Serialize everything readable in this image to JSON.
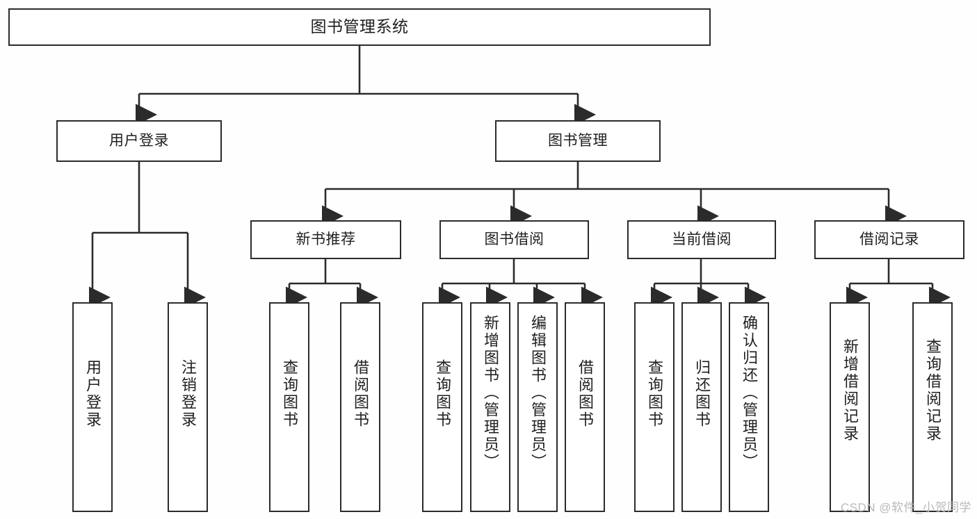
{
  "diagram": {
    "title": "图书管理系统",
    "type": "functional-structure-tree",
    "background_color": "#fefefe",
    "line_color": "#2b2b2b",
    "node_fill_color": "#ffffff",
    "text_color": "#1f1f1f",
    "watermark_color": "#b9b9b9"
  },
  "watermark": {
    "text": "CSDN @软件_小贺同学"
  },
  "nodes": {
    "root": {
      "label": "图书管理系统",
      "level": 1
    },
    "l2": [
      {
        "id": "user-login",
        "label": "用户登录",
        "level": 2
      },
      {
        "id": "book-manage",
        "label": "图书管理",
        "level": 2
      }
    ],
    "l3": [
      {
        "id": "new-book-recommend",
        "label": "新书推荐",
        "level": 3,
        "parent": "book-manage"
      },
      {
        "id": "book-borrow",
        "label": "图书借阅",
        "level": 3,
        "parent": "book-manage"
      },
      {
        "id": "current-borrow",
        "label": "当前借阅",
        "level": 3,
        "parent": "book-manage"
      },
      {
        "id": "borrow-record",
        "label": "借阅记录",
        "level": 3,
        "parent": "book-manage"
      }
    ],
    "leaves": [
      {
        "id": "leaf-user-login",
        "label": "用户登录",
        "parent": "user-login"
      },
      {
        "id": "leaf-logout-login",
        "label": "注销登录",
        "parent": "user-login"
      },
      {
        "id": "leaf-query-book-1",
        "label": "查询图书",
        "parent": "new-book-recommend"
      },
      {
        "id": "leaf-borrow-book-1",
        "label": "借阅图书",
        "parent": "new-book-recommend"
      },
      {
        "id": "leaf-query-book-2",
        "label": "查询图书",
        "parent": "book-borrow"
      },
      {
        "id": "leaf-add-book",
        "label": "新增图书（管理员）",
        "parent": "book-borrow"
      },
      {
        "id": "leaf-edit-book",
        "label": "编辑图书（管理员）",
        "parent": "book-borrow"
      },
      {
        "id": "leaf-borrow-book-2",
        "label": "借阅图书",
        "parent": "book-borrow"
      },
      {
        "id": "leaf-query-book-3",
        "label": "查询图书",
        "parent": "current-borrow"
      },
      {
        "id": "leaf-return-book",
        "label": "归还图书",
        "parent": "current-borrow"
      },
      {
        "id": "leaf-confirm-return",
        "label": "确认归还（管理员）",
        "parent": "current-borrow"
      },
      {
        "id": "leaf-add-record",
        "label": "新增借阅记录",
        "parent": "borrow-record"
      },
      {
        "id": "leaf-query-record",
        "label": "查询借阅记录",
        "parent": "borrow-record"
      }
    ]
  }
}
